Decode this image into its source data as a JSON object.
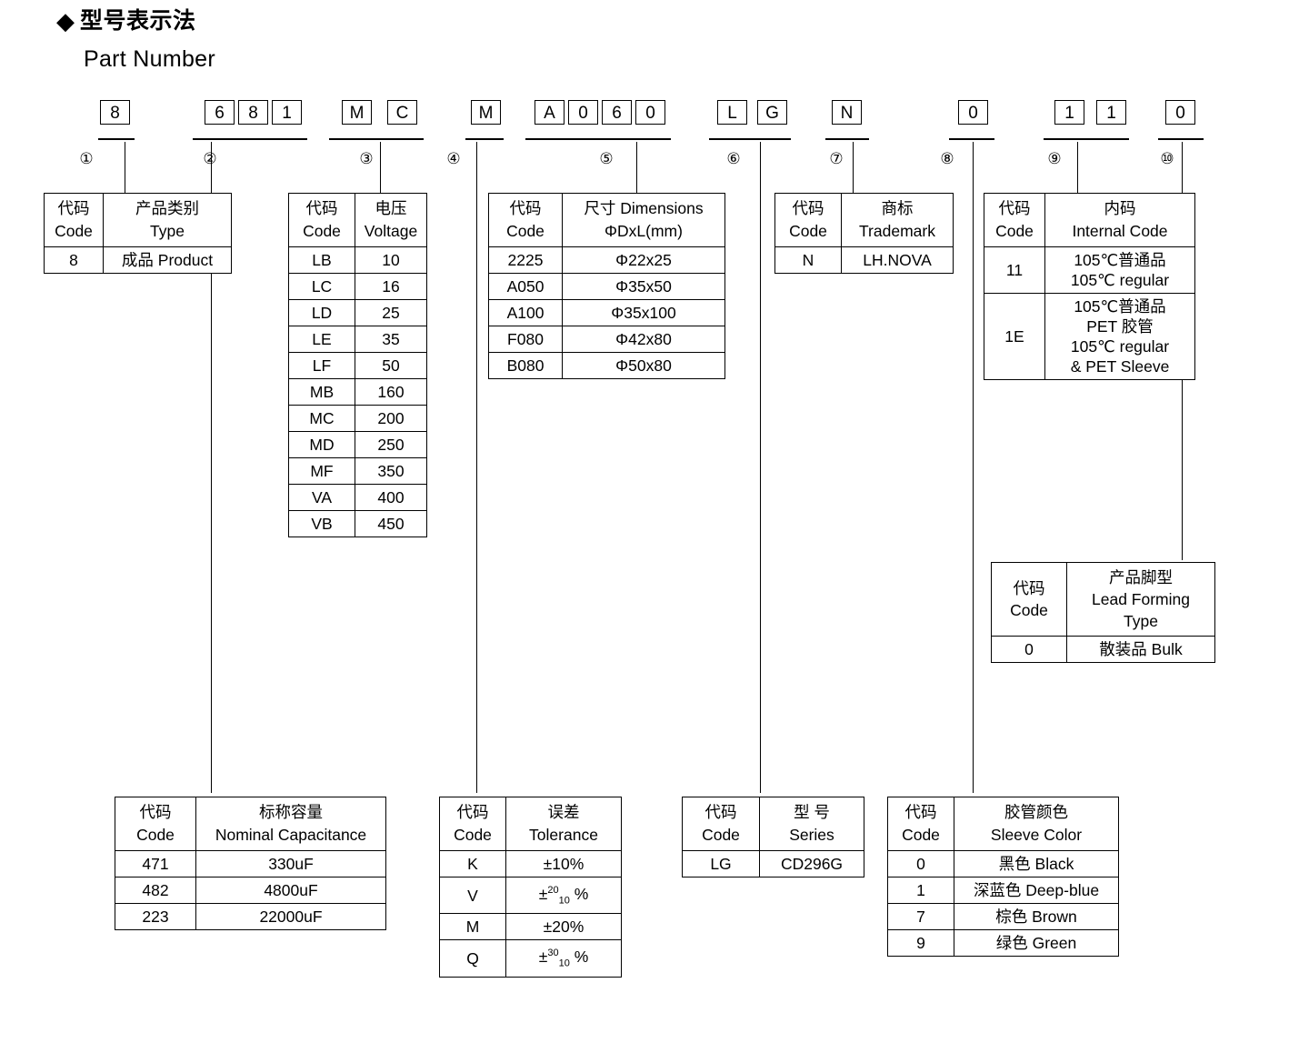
{
  "heading": {
    "bullet": "◆",
    "title_cn": "型号表示法",
    "title_en": "Part Number"
  },
  "code_groups": [
    {
      "index": "①",
      "marker": "①",
      "chars": [
        "8"
      ]
    },
    {
      "index": "②",
      "marker": "②",
      "chars": [
        "6",
        "8",
        "1"
      ]
    },
    {
      "index": "③",
      "marker": "③",
      "chars": [
        "M",
        "C"
      ]
    },
    {
      "index": "④",
      "marker": "④",
      "chars": [
        "M"
      ]
    },
    {
      "index": "⑤",
      "marker": "⑤",
      "chars": [
        "A",
        "0",
        "6",
        "0"
      ]
    },
    {
      "index": "⑥",
      "marker": "⑥",
      "chars": [
        "L",
        "G"
      ]
    },
    {
      "index": "⑦",
      "marker": "⑦",
      "chars": [
        "N"
      ]
    },
    {
      "index": "⑧",
      "marker": "⑧",
      "chars": [
        "0"
      ]
    },
    {
      "index": "⑨",
      "marker": "⑨",
      "chars": [
        "1",
        "1"
      ]
    },
    {
      "index": "⑩",
      "marker": "⑩",
      "chars": [
        "0"
      ]
    }
  ],
  "tables": {
    "type": {
      "header": {
        "code_cn": "代码",
        "code_en": "Code",
        "name_cn": "产品类别",
        "name_en": "Type"
      },
      "rows": [
        {
          "code": "8",
          "value": "成品 Product"
        }
      ]
    },
    "voltage": {
      "header": {
        "code_cn": "代码",
        "code_en": "Code",
        "name_cn": "电压",
        "name_en": "Voltage"
      },
      "rows": [
        {
          "code": "LB",
          "value": "10"
        },
        {
          "code": "LC",
          "value": "16"
        },
        {
          "code": "LD",
          "value": "25"
        },
        {
          "code": "LE",
          "value": "35"
        },
        {
          "code": "LF",
          "value": "50"
        },
        {
          "code": "MB",
          "value": "160"
        },
        {
          "code": "MC",
          "value": "200"
        },
        {
          "code": "MD",
          "value": "250"
        },
        {
          "code": "MF",
          "value": "350"
        },
        {
          "code": "VA",
          "value": "400"
        },
        {
          "code": "VB",
          "value": "450"
        }
      ]
    },
    "dimensions": {
      "header": {
        "code_cn": "代码",
        "code_en": "Code",
        "name_cn": "尺寸 Dimensions",
        "name_en": "ΦDxL(mm)"
      },
      "rows": [
        {
          "code": "2225",
          "value": "Φ22x25"
        },
        {
          "code": "A050",
          "value": "Φ35x50"
        },
        {
          "code": "A100",
          "value": "Φ35x100"
        },
        {
          "code": "F080",
          "value": "Φ42x80"
        },
        {
          "code": "B080",
          "value": "Φ50x80"
        }
      ]
    },
    "trademark": {
      "header": {
        "code_cn": "代码",
        "code_en": "Code",
        "name_cn": "商标",
        "name_en": "Trademark"
      },
      "rows": [
        {
          "code": "N",
          "value": "LH.NOVA"
        }
      ]
    },
    "internal_code": {
      "header": {
        "code_cn": "代码",
        "code_en": "Code",
        "name_cn": "内码",
        "name_en": "Internal Code"
      },
      "rows": [
        {
          "code": "11",
          "lines": [
            "105℃普通品",
            "105℃  regular"
          ]
        },
        {
          "code": "1E",
          "lines": [
            "105℃普通品",
            "PET 胶管",
            "105℃  regular",
            "& PET Sleeve"
          ]
        }
      ]
    },
    "lead_forming": {
      "header": {
        "code_cn": "代码",
        "code_en": "Code",
        "name_cn": "产品脚型",
        "name_en": "Lead Forming",
        "name_en2": "Type"
      },
      "rows": [
        {
          "code": "0",
          "value": "散装品 Bulk"
        }
      ]
    },
    "capacitance": {
      "header": {
        "code_cn": "代码",
        "code_en": "Code",
        "name_cn": "标称容量",
        "name_en": "Nominal Capacitance"
      },
      "rows": [
        {
          "code": "471",
          "value": "330uF"
        },
        {
          "code": "482",
          "value": "4800uF"
        },
        {
          "code": "223",
          "value": "22000uF"
        }
      ]
    },
    "tolerance": {
      "header": {
        "code_cn": "代码",
        "code_en": "Code",
        "name_cn": "误差",
        "name_en": "Tolerance"
      },
      "rows": [
        {
          "code": "K",
          "value": "±10%",
          "sup": "",
          "sub": ""
        },
        {
          "code": "V",
          "value": "",
          "sup": "20",
          "sub": "10"
        },
        {
          "code": "M",
          "value": "±20%",
          "sup": "",
          "sub": ""
        },
        {
          "code": "Q",
          "value": "",
          "sup": "30",
          "sub": "10"
        }
      ]
    },
    "series": {
      "header": {
        "code_cn": "代码",
        "code_en": "Code",
        "name_cn": "型 号",
        "name_en": "Series"
      },
      "rows": [
        {
          "code": "LG",
          "value": "CD296G"
        }
      ]
    },
    "sleeve_color": {
      "header": {
        "code_cn": "代码",
        "code_en": "Code",
        "name_cn": "胶管颜色",
        "name_en": "Sleeve Color"
      },
      "rows": [
        {
          "code": "0",
          "value": "黑色 Black"
        },
        {
          "code": "1",
          "value": "深蓝色 Deep-blue"
        },
        {
          "code": "7",
          "value": "棕色 Brown"
        },
        {
          "code": "9",
          "value": "绿色 Green"
        }
      ]
    }
  }
}
